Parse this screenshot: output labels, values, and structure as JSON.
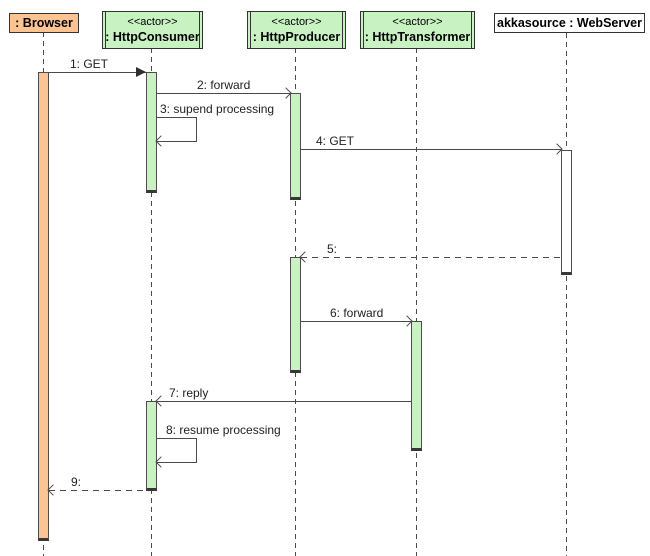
{
  "colors": {
    "actor_fill": "#c9f2c3",
    "browser_fill": "#fbc491",
    "server_fill": "#ffffff",
    "line_color": "#4a4a4a"
  },
  "actors": [
    {
      "name": ": Browser"
    },
    {
      "stereotype": "<<actor>>",
      "name": ": HttpConsumer"
    },
    {
      "stereotype": "<<actor>>",
      "name": ": HttpProducer"
    },
    {
      "stereotype": "<<actor>>",
      "name": ": HttpTransformer"
    },
    {
      "name": "akkasource : WebServer"
    }
  ],
  "messages": [
    {
      "seq": "1",
      "label": "1: GET",
      "type": "sync",
      "from": ": Browser",
      "to": ": HttpConsumer"
    },
    {
      "seq": "2",
      "label": "2: forward",
      "type": "async",
      "from": ": HttpConsumer",
      "to": ": HttpProducer"
    },
    {
      "seq": "3",
      "label": "3: supend processing",
      "type": "self",
      "from": ": HttpConsumer",
      "to": ": HttpConsumer"
    },
    {
      "seq": "4",
      "label": "4: GET",
      "type": "async",
      "from": ": HttpProducer",
      "to": "akkasource : WebServer"
    },
    {
      "seq": "5",
      "label": "5:",
      "type": "return",
      "from": "akkasource : WebServer",
      "to": ": HttpProducer"
    },
    {
      "seq": "6",
      "label": "6: forward",
      "type": "async",
      "from": ": HttpProducer",
      "to": ": HttpTransformer"
    },
    {
      "seq": "7",
      "label": "7: reply",
      "type": "async",
      "from": ": HttpTransformer",
      "to": ": HttpConsumer"
    },
    {
      "seq": "8",
      "label": "8: resume processing",
      "type": "self",
      "from": ": HttpConsumer",
      "to": ": HttpConsumer"
    },
    {
      "seq": "9",
      "label": "9:",
      "type": "return",
      "from": ": HttpConsumer",
      "to": ": Browser"
    }
  ]
}
